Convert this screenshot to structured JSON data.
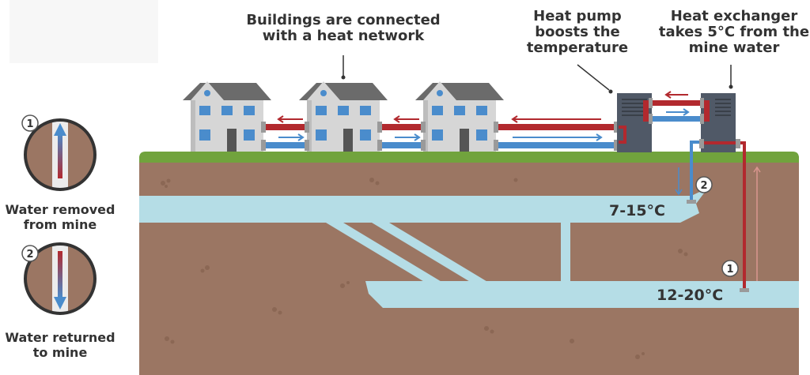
{
  "callouts": {
    "heat_network": "Buildings are connected with a heat network",
    "heat_pump": "Heat pump boosts the temperature",
    "heat_exchanger": "Heat exchanger takes 5°C from the mine water"
  },
  "legend": {
    "removed": {
      "number": "1",
      "label": "Water removed from mine"
    },
    "returned": {
      "number": "2",
      "label": "Water returned to mine"
    }
  },
  "temperatures": {
    "upper_seam": "7-15°C",
    "lower_seam": "12-20°C"
  },
  "markers": {
    "extraction": "1",
    "return": "2"
  },
  "colors": {
    "ground": "#9b7663",
    "grass": "#71a33d",
    "water": "#b5dde6",
    "warm_pipe": "#b2292e",
    "cool_pipe": "#4a8ccc",
    "house_wall": "#d6d6d6",
    "roof": "#6b6b6b",
    "unit": "#505967",
    "text": "#333333"
  }
}
